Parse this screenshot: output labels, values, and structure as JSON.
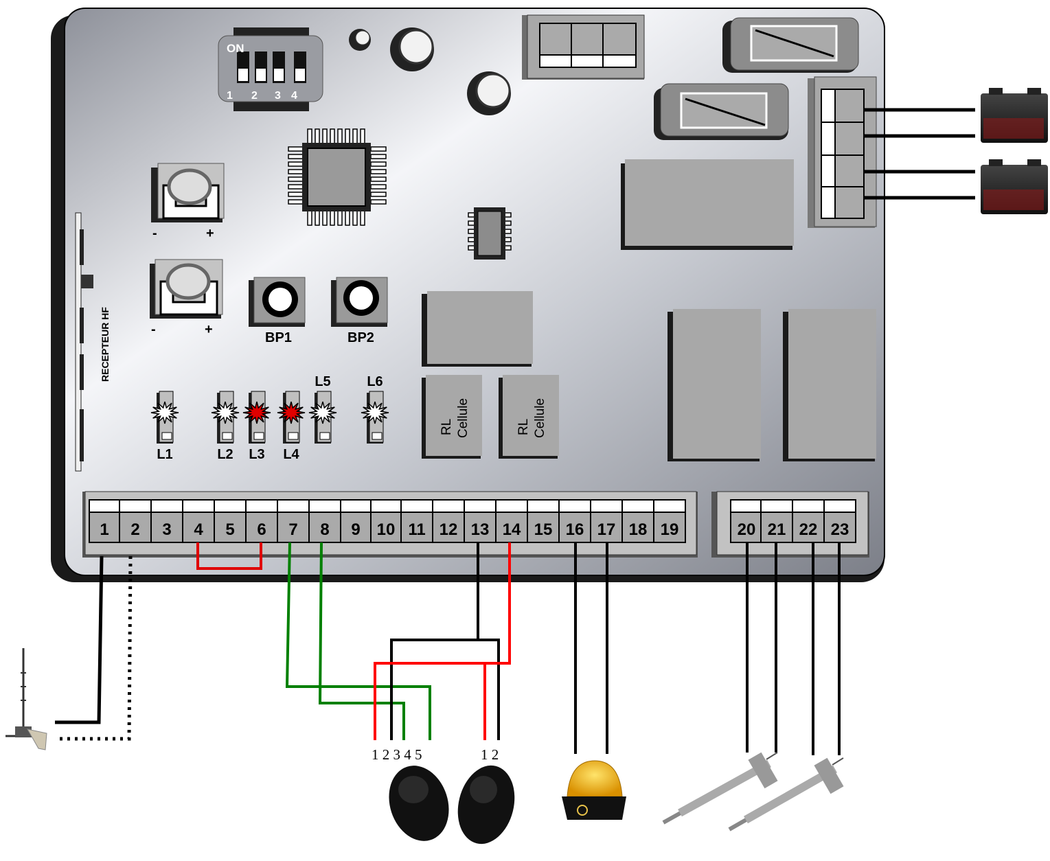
{
  "dip_switch": {
    "on_label": "ON",
    "numbers": [
      "1",
      "2",
      "3",
      "4"
    ]
  },
  "potentiometers": [
    {
      "minus": "-",
      "plus": "+"
    },
    {
      "minus": "-",
      "plus": "+"
    }
  ],
  "buttons": [
    "BP1",
    "BP2"
  ],
  "receiver_label": "RECEPTEUR HF",
  "leds": [
    {
      "label": "L1",
      "color": "#ffffff"
    },
    {
      "label": "L2",
      "color": "#ffffff"
    },
    {
      "label": "L3",
      "color": "#e00000"
    },
    {
      "label": "L4",
      "color": "#e00000"
    },
    {
      "label": "L5",
      "color": "#ffffff"
    },
    {
      "label": "L6",
      "color": "#ffffff"
    }
  ],
  "relays": [
    {
      "line1": "RL",
      "line2": "Cellule"
    },
    {
      "line1": "RL",
      "line2": "Cellule"
    }
  ],
  "terminals_main": [
    "1",
    "2",
    "3",
    "4",
    "5",
    "6",
    "7",
    "8",
    "9",
    "10",
    "11",
    "12",
    "13",
    "14",
    "15",
    "16",
    "17",
    "18",
    "19"
  ],
  "terminals_motor": [
    "20",
    "21",
    "22",
    "23"
  ],
  "photocell_pins_tx": "1 2 3 4 5",
  "photocell_pins_rx": "1 2",
  "colors": {
    "wire_black": "#000000",
    "wire_red": "#ff0000",
    "wire_green": "#008000",
    "board": "#c8cad2",
    "lamp": "#f2b800"
  },
  "icons": [
    "antenna-icon",
    "photocell-icon",
    "flashing-lamp-icon",
    "actuator-icon",
    "battery-icon"
  ]
}
